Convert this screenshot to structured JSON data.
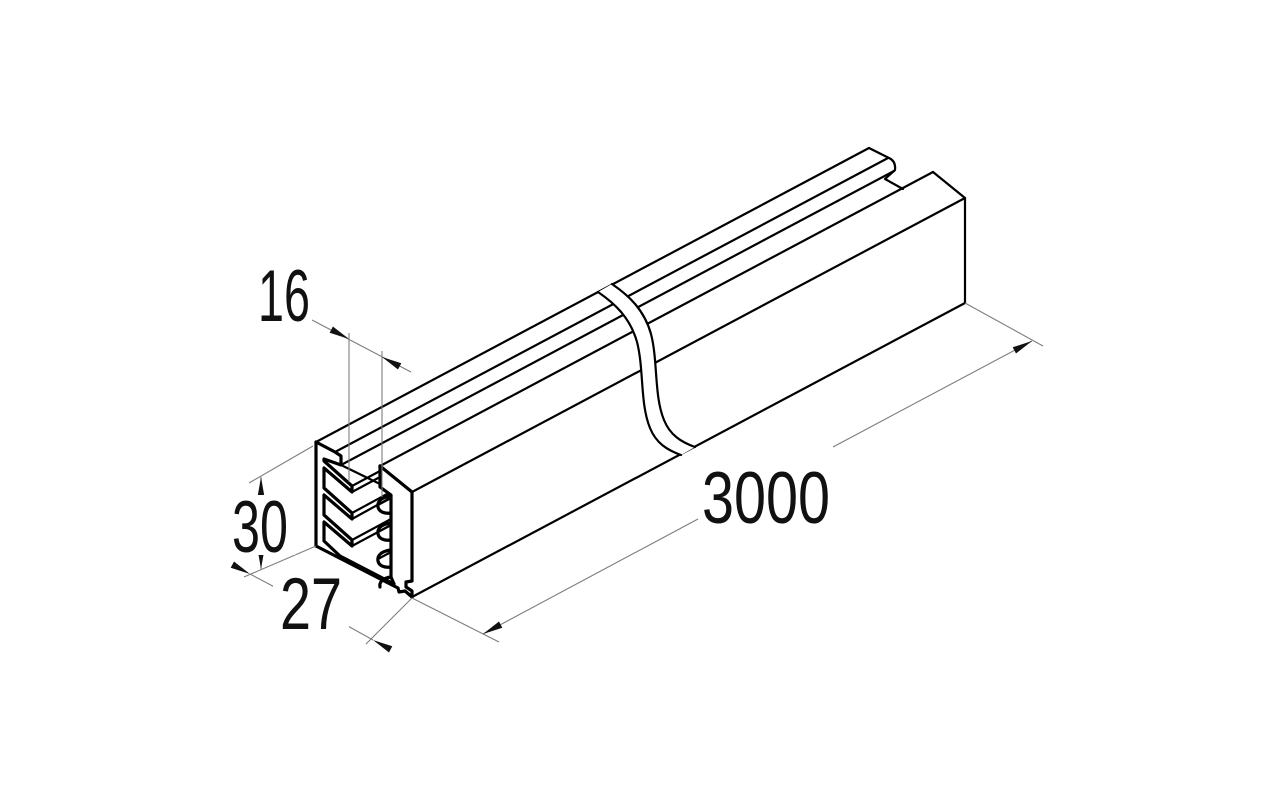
{
  "drawing": {
    "type": "isometric-technical-drawing",
    "part": "extruded mounting profile with break symbol",
    "dimensions": {
      "slot_width": "16",
      "height": "30",
      "width": "27",
      "length": "3000"
    },
    "colors": {
      "background": "#ffffff",
      "line": "#000000",
      "dim_line": "#7d7d7d",
      "text": "#111111"
    }
  }
}
